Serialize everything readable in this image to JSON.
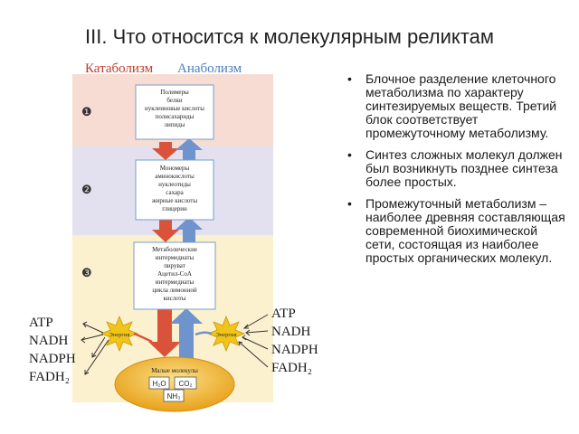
{
  "slide": {
    "title": "III. Что относится к молекулярным реликтам"
  },
  "diagram": {
    "header_catabolism": "Катаболизм",
    "header_anabolism": "Анаболизм",
    "stage_numbers": [
      "❶",
      "❷",
      "❸"
    ],
    "stage1_lines": [
      "Полимеры",
      "белки",
      "нуклеиновые кислоты",
      "полисахариды",
      "липиды"
    ],
    "stage2_lines": [
      "Мономеры",
      "аминокислоты",
      "нуклеотиды",
      "сахара",
      "жирные кислоты",
      "глицерин"
    ],
    "stage3_lines": [
      "Метаболические",
      "интермедиаты",
      "пируват",
      "Ацетил-СоА",
      "интермедиаты",
      "цикла лимонной",
      "кислоты"
    ],
    "energy_label": "Энергия",
    "simple_title": "Малые молекулы",
    "simple_molecules": [
      "H₂O",
      "CO₂",
      "NH₃"
    ],
    "left_carriers": [
      "ATP",
      "NADH",
      "NADPH",
      "FADH₂"
    ],
    "right_carriers": [
      "ATP",
      "NADH",
      "NADPH",
      "FADH₂"
    ],
    "colors": {
      "band1": "#f6dcd3",
      "band2": "#e3e1ef",
      "band3": "#fbf1cf",
      "catabolic_arrow": "#d9533b",
      "anabolic_arrow": "#6f93cc",
      "catabolism_text": "#c0392b",
      "anabolism_text": "#4a7fc1",
      "energy_burst": "#f0c419"
    }
  },
  "bullets": [
    "Блочное разделение клеточного метаболизма по характеру синтезируемых веществ. Третий блок соответствует промежуточному метаболизму.",
    "Синтез сложных молекул должен был возникнуть позднее синтеза более простых.",
    "Промежуточный метаболизм – наиболее древняя составляющая современной биохимической сети, состоящая из наиболее простых органических молекул."
  ]
}
